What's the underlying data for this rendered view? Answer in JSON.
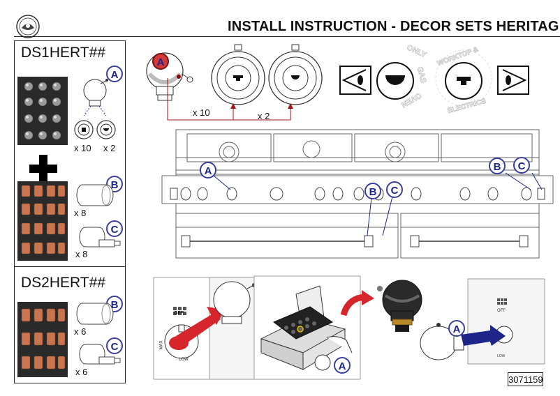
{
  "header": {
    "title": "INSTALL INSTRUCTION - DECOR SETS HERITAGE"
  },
  "sets": [
    {
      "name": "DS1HERT##",
      "callouts": [
        "A",
        "B",
        "C"
      ],
      "quantities": [
        "x 10",
        "x 2",
        "x 8",
        "x 8"
      ]
    },
    {
      "name": "DS2HERT##",
      "callouts": [
        "B",
        "C"
      ],
      "quantities": [
        "x 6",
        "x 6"
      ]
    }
  ],
  "top_diagram": {
    "callout": "A",
    "quantities": [
      "x 10",
      "x 2"
    ],
    "stamp_left": "ONLY GAS OVEN",
    "stamp_right": "WORKTOP & ELECTRICS"
  },
  "range_diagram": {
    "callouts": [
      "A",
      "B",
      "C",
      "B",
      "C"
    ]
  },
  "steps": {
    "knob_labels": [
      "OFF",
      "MAX",
      "LOW"
    ],
    "callouts": [
      "A",
      "A"
    ]
  },
  "doc_code": "3071159",
  "colors": {
    "accent_blue": "#1e2588",
    "arrow_red": "#d6262b",
    "copper": "#c9754f",
    "tray_dark": "#2a2a2a"
  }
}
